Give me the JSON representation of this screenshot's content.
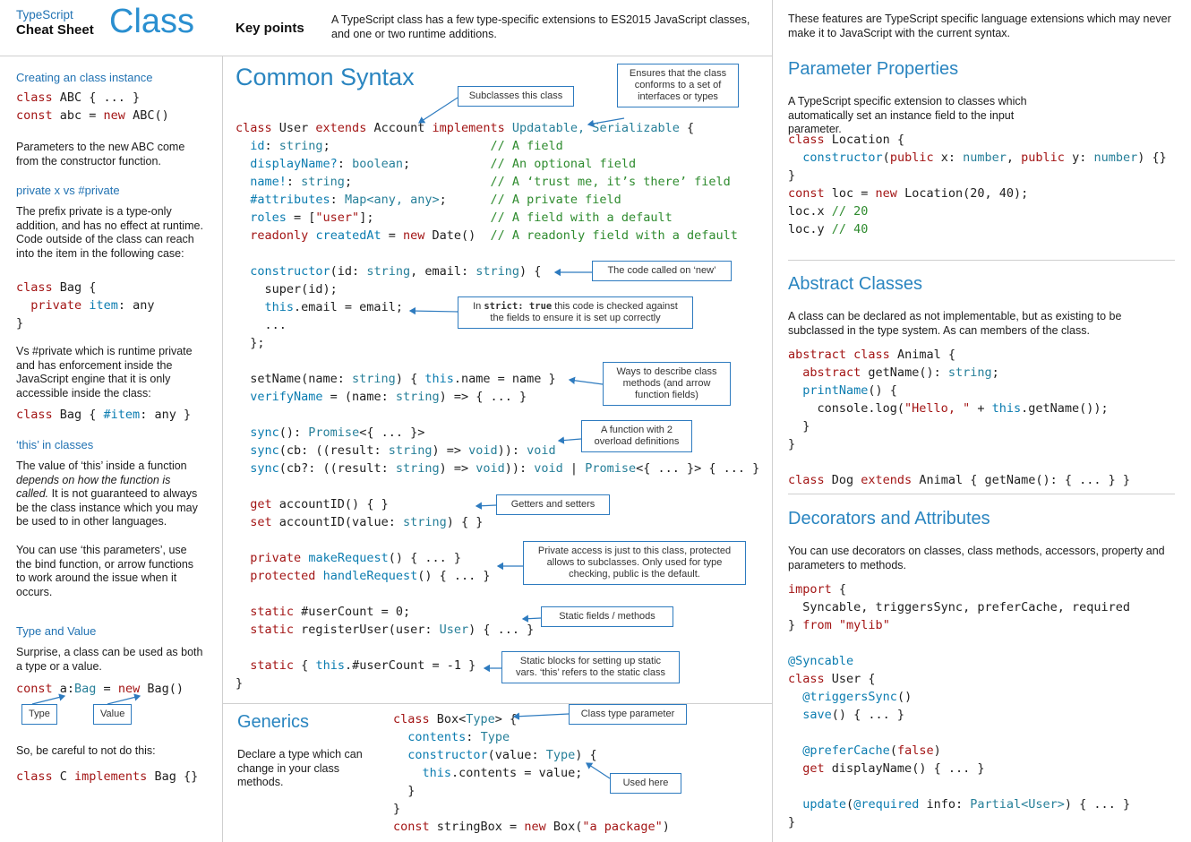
{
  "header": {
    "brand_line1": "TypeScript",
    "brand_line2": "Cheat Sheet",
    "title": "Class",
    "key_points_label": "Key points",
    "key_points_text": "A TypeScript class has a few type-specific extensions to ES2015 JavaScript classes, and one or two runtime additions."
  },
  "left": {
    "s1_title": "Creating an class instance",
    "s1_code": [
      [
        {
          "t": "class",
          "c": "kw"
        },
        {
          "t": " ABC { ... }"
        }
      ],
      [
        {
          "t": "const",
          "c": "kw"
        },
        {
          "t": " abc = "
        },
        {
          "t": "new",
          "c": "kw"
        },
        {
          "t": " ABC()"
        }
      ]
    ],
    "s1_p": "Parameters to the new ABC come from the constructor function.",
    "s2_title": "private x vs #private",
    "s2_p1": "The prefix private is a type-only addition, and has no effect at runtime. Code outside of the class can reach into the item in the following case:",
    "s2_code1": [
      [
        {
          "t": "class",
          "c": "kw"
        },
        {
          "t": " Bag {"
        }
      ],
      [
        {
          "t": "  "
        },
        {
          "t": "private",
          "c": "kw"
        },
        {
          "t": " "
        },
        {
          "t": "item",
          "c": "fld"
        },
        {
          "t": ": any"
        }
      ],
      [
        {
          "t": "}"
        }
      ]
    ],
    "s2_p2": "Vs #private which is runtime private and has enforcement inside the JavaScript engine that it is only accessible inside the class:",
    "s2_code2": [
      [
        {
          "t": "class",
          "c": "kw"
        },
        {
          "t": " Bag { "
        },
        {
          "t": "#item",
          "c": "fld"
        },
        {
          "t": ": any }"
        }
      ]
    ],
    "s3_title": "‘this’ in classes",
    "s3_p1_tokens": [
      {
        "t": "The value of ‘this’ inside a function "
      },
      {
        "t": "depends on how the function is called.",
        "c": "it"
      },
      {
        "t": " It is not guaranteed to always be the class instance which you may be used to in other languages."
      }
    ],
    "s3_p2": "You can use ‘this parameters’, use the bind function, or arrow functions to work around the issue when it occurs.",
    "s4_title": "Type and Value",
    "s4_p1": "Surprise, a class can be used as both a type or a value.",
    "s4_code": [
      [
        {
          "t": "const",
          "c": "kw"
        },
        {
          "t": " a:"
        },
        {
          "t": "Bag",
          "c": "ty"
        },
        {
          "t": " = "
        },
        {
          "t": "new",
          "c": "kw"
        },
        {
          "t": " Bag()"
        }
      ]
    ],
    "callout_type": "Type",
    "callout_value": "Value",
    "s4_p2": "So, be careful to not do this:",
    "s4_code2": [
      [
        {
          "t": "class",
          "c": "kw"
        },
        {
          "t": " C "
        },
        {
          "t": "implements",
          "c": "kw"
        },
        {
          "t": " Bag {}"
        }
      ]
    ]
  },
  "middle": {
    "title": "Common Syntax",
    "main_code": [
      [
        {
          "t": "class",
          "c": "kw"
        },
        {
          "t": " User "
        },
        {
          "t": "extends",
          "c": "kw"
        },
        {
          "t": " Account "
        },
        {
          "t": "implements",
          "c": "kw"
        },
        {
          "t": " "
        },
        {
          "t": "Updatable, Serializable",
          "c": "ty"
        },
        {
          "t": " {"
        }
      ],
      [
        {
          "t": "  "
        },
        {
          "t": "id",
          "c": "fld"
        },
        {
          "t": ": "
        },
        {
          "t": "string",
          "c": "ty"
        },
        {
          "t": ";                      "
        },
        {
          "t": "// A field",
          "c": "cm"
        }
      ],
      [
        {
          "t": "  "
        },
        {
          "t": "displayName?",
          "c": "fld"
        },
        {
          "t": ": "
        },
        {
          "t": "boolean",
          "c": "ty"
        },
        {
          "t": ";           "
        },
        {
          "t": "// An optional field",
          "c": "cm"
        }
      ],
      [
        {
          "t": "  "
        },
        {
          "t": "name!",
          "c": "fld"
        },
        {
          "t": ": "
        },
        {
          "t": "string",
          "c": "ty"
        },
        {
          "t": ";                   "
        },
        {
          "t": "// A ‘trust me, it’s there’ field",
          "c": "cm"
        }
      ],
      [
        {
          "t": "  "
        },
        {
          "t": "#attributes",
          "c": "fld"
        },
        {
          "t": ": "
        },
        {
          "t": "Map<any, any>",
          "c": "ty"
        },
        {
          "t": ";      "
        },
        {
          "t": "// A private field",
          "c": "cm"
        }
      ],
      [
        {
          "t": "  "
        },
        {
          "t": "roles",
          "c": "fld"
        },
        {
          "t": " = ["
        },
        {
          "t": "\"user\"",
          "c": "str"
        },
        {
          "t": "];                "
        },
        {
          "t": "// A field with a default",
          "c": "cm"
        }
      ],
      [
        {
          "t": "  "
        },
        {
          "t": "readonly",
          "c": "kw"
        },
        {
          "t": " "
        },
        {
          "t": "createdAt",
          "c": "fld"
        },
        {
          "t": " = "
        },
        {
          "t": "new",
          "c": "kw"
        },
        {
          "t": " Date()  "
        },
        {
          "t": "// A readonly field with a default",
          "c": "cm"
        }
      ],
      [],
      [
        {
          "t": "  "
        },
        {
          "t": "constructor",
          "c": "fld"
        },
        {
          "t": "(id: "
        },
        {
          "t": "string",
          "c": "ty"
        },
        {
          "t": ", email: "
        },
        {
          "t": "string",
          "c": "ty"
        },
        {
          "t": ") {"
        }
      ],
      [
        {
          "t": "    super(id);"
        }
      ],
      [
        {
          "t": "    "
        },
        {
          "t": "this",
          "c": "fld"
        },
        {
          "t": ".email = email;"
        }
      ],
      [
        {
          "t": "    ..."
        }
      ],
      [
        {
          "t": "  };"
        }
      ],
      [],
      [
        {
          "t": "  setName(name: "
        },
        {
          "t": "string",
          "c": "ty"
        },
        {
          "t": ") { "
        },
        {
          "t": "this",
          "c": "fld"
        },
        {
          "t": ".name = name }"
        }
      ],
      [
        {
          "t": "  "
        },
        {
          "t": "verifyName",
          "c": "fld"
        },
        {
          "t": " = (name: "
        },
        {
          "t": "string",
          "c": "ty"
        },
        {
          "t": ") => { ... }"
        }
      ],
      [],
      [
        {
          "t": "  "
        },
        {
          "t": "sync",
          "c": "fld"
        },
        {
          "t": "(): "
        },
        {
          "t": "Promise",
          "c": "ty"
        },
        {
          "t": "<{ ... }>"
        }
      ],
      [
        {
          "t": "  "
        },
        {
          "t": "sync",
          "c": "fld"
        },
        {
          "t": "(cb: ((result: "
        },
        {
          "t": "string",
          "c": "ty"
        },
        {
          "t": ") => "
        },
        {
          "t": "void",
          "c": "ty"
        },
        {
          "t": ")): "
        },
        {
          "t": "void",
          "c": "ty"
        }
      ],
      [
        {
          "t": "  "
        },
        {
          "t": "sync",
          "c": "fld"
        },
        {
          "t": "(cb?: ((result: "
        },
        {
          "t": "string",
          "c": "ty"
        },
        {
          "t": ") => "
        },
        {
          "t": "void",
          "c": "ty"
        },
        {
          "t": ")): "
        },
        {
          "t": "void",
          "c": "ty"
        },
        {
          "t": " | "
        },
        {
          "t": "Promise",
          "c": "ty"
        },
        {
          "t": "<{ ... }> { ... }"
        }
      ],
      [],
      [
        {
          "t": "  "
        },
        {
          "t": "get",
          "c": "kw"
        },
        {
          "t": " accountID() { }"
        }
      ],
      [
        {
          "t": "  "
        },
        {
          "t": "set",
          "c": "kw"
        },
        {
          "t": " accountID(value: "
        },
        {
          "t": "string",
          "c": "ty"
        },
        {
          "t": ") { }"
        }
      ],
      [],
      [
        {
          "t": "  "
        },
        {
          "t": "private",
          "c": "kw"
        },
        {
          "t": " "
        },
        {
          "t": "makeRequest",
          "c": "fld"
        },
        {
          "t": "() { ... }"
        }
      ],
      [
        {
          "t": "  "
        },
        {
          "t": "protected",
          "c": "kw"
        },
        {
          "t": " "
        },
        {
          "t": "handleRequest",
          "c": "fld"
        },
        {
          "t": "() { ... }"
        }
      ],
      [],
      [
        {
          "t": "  "
        },
        {
          "t": "static",
          "c": "kw"
        },
        {
          "t": " #userCount = 0;"
        }
      ],
      [
        {
          "t": "  "
        },
        {
          "t": "static",
          "c": "kw"
        },
        {
          "t": " registerUser(user: "
        },
        {
          "t": "User",
          "c": "ty"
        },
        {
          "t": ") { ... }"
        }
      ],
      [],
      [
        {
          "t": "  "
        },
        {
          "t": "static",
          "c": "kw"
        },
        {
          "t": " { "
        },
        {
          "t": "this",
          "c": "fld"
        },
        {
          "t": ".#userCount = -1 }"
        }
      ],
      [
        {
          "t": "}"
        }
      ]
    ],
    "callouts": {
      "subclasses": "Subclasses this class",
      "conforms": "Ensures that the class conforms to a set of interfaces or types",
      "on_new": "The code called on ‘new’",
      "strict_tokens": [
        {
          "t": "In "
        },
        {
          "t": "strict: true",
          "c": "mono"
        },
        {
          "t": " this code is checked against the fields to ensure it is set up correctly"
        }
      ],
      "methods": "Ways to describe class methods (and arrow function fields)",
      "overloads": "A function with 2 overload definitions",
      "getters": "Getters and setters",
      "access": "Private access is just to this class, protected allows to subclasses. Only used for type checking, public is the default.",
      "statics": "Static fields / methods",
      "static_block": "Static blocks for setting up static vars. ‘this’ refers to the static class",
      "class_type_param": "Class type parameter",
      "used_here": "Used here"
    },
    "generics": {
      "title": "Generics",
      "p": "Declare a type which can change in your class methods.",
      "code": [
        [
          {
            "t": "class",
            "c": "kw"
          },
          {
            "t": " Box<"
          },
          {
            "t": "Type",
            "c": "ty"
          },
          {
            "t": "> {"
          }
        ],
        [
          {
            "t": "  "
          },
          {
            "t": "contents",
            "c": "fld"
          },
          {
            "t": ": "
          },
          {
            "t": "Type",
            "c": "ty"
          }
        ],
        [
          {
            "t": "  "
          },
          {
            "t": "constructor",
            "c": "fld"
          },
          {
            "t": "(value: "
          },
          {
            "t": "Type",
            "c": "ty"
          },
          {
            "t": ") {"
          }
        ],
        [
          {
            "t": "    "
          },
          {
            "t": "this",
            "c": "fld"
          },
          {
            "t": ".contents = value;"
          }
        ],
        [
          {
            "t": "  }"
          }
        ],
        [
          {
            "t": "}"
          }
        ],
        [
          {
            "t": "const",
            "c": "kw"
          },
          {
            "t": " stringBox = "
          },
          {
            "t": "new",
            "c": "kw"
          },
          {
            "t": " Box("
          },
          {
            "t": "\"a package\"",
            "c": "str"
          },
          {
            "t": ")"
          }
        ]
      ]
    }
  },
  "right": {
    "intro": "These features are TypeScript specific language extensions which may never make it to JavaScript with the current syntax.",
    "param_props": {
      "title": "Parameter Properties",
      "p": "A TypeScript specific extension to classes which automatically set an instance field to the input parameter.",
      "code": [
        [
          {
            "t": "class",
            "c": "kw"
          },
          {
            "t": " Location {"
          }
        ],
        [
          {
            "t": "  "
          },
          {
            "t": "constructor",
            "c": "fld"
          },
          {
            "t": "("
          },
          {
            "t": "public",
            "c": "kw"
          },
          {
            "t": " x: "
          },
          {
            "t": "number",
            "c": "ty"
          },
          {
            "t": ", "
          },
          {
            "t": "public",
            "c": "kw"
          },
          {
            "t": " y: "
          },
          {
            "t": "number",
            "c": "ty"
          },
          {
            "t": ") {}"
          }
        ],
        [
          {
            "t": "}"
          }
        ],
        [
          {
            "t": "const",
            "c": "kw"
          },
          {
            "t": " loc = "
          },
          {
            "t": "new",
            "c": "kw"
          },
          {
            "t": " Location(20, 40);"
          }
        ],
        [
          {
            "t": "loc.x "
          },
          {
            "t": "// 20",
            "c": "cm"
          }
        ],
        [
          {
            "t": "loc.y "
          },
          {
            "t": "// 40",
            "c": "cm"
          }
        ]
      ]
    },
    "abstract": {
      "title": "Abstract Classes",
      "p": "A class can be declared as not implementable, but as existing to be subclassed in the type system. As can members of the class.",
      "code": [
        [
          {
            "t": "abstract",
            "c": "kw"
          },
          {
            "t": " "
          },
          {
            "t": "class",
            "c": "kw"
          },
          {
            "t": " Animal {"
          }
        ],
        [
          {
            "t": "  "
          },
          {
            "t": "abstract",
            "c": "kw"
          },
          {
            "t": " getName(): "
          },
          {
            "t": "string",
            "c": "ty"
          },
          {
            "t": ";"
          }
        ],
        [
          {
            "t": "  "
          },
          {
            "t": "printName",
            "c": "fld"
          },
          {
            "t": "() {"
          }
        ],
        [
          {
            "t": "    console.log("
          },
          {
            "t": "\"Hello, \"",
            "c": "str"
          },
          {
            "t": " + "
          },
          {
            "t": "this",
            "c": "fld"
          },
          {
            "t": ".getName());"
          }
        ],
        [
          {
            "t": "  }"
          }
        ],
        [
          {
            "t": "}"
          }
        ],
        [],
        [
          {
            "t": "class",
            "c": "kw"
          },
          {
            "t": " Dog "
          },
          {
            "t": "extends",
            "c": "kw"
          },
          {
            "t": " Animal { getName(): { ... } }"
          }
        ]
      ]
    },
    "decorators": {
      "title": "Decorators and Attributes",
      "p": "You can use decorators on classes, class methods, accessors, property and parameters to methods.",
      "code": [
        [
          {
            "t": "import",
            "c": "kw"
          },
          {
            "t": " {"
          }
        ],
        [
          {
            "t": "  Syncable, triggersSync, preferCache, required"
          }
        ],
        [
          {
            "t": "} "
          },
          {
            "t": "from",
            "c": "kw"
          },
          {
            "t": " "
          },
          {
            "t": "\"mylib\"",
            "c": "str"
          }
        ],
        [],
        [
          {
            "t": "@Syncable",
            "c": "fld"
          }
        ],
        [
          {
            "t": "class",
            "c": "kw"
          },
          {
            "t": " User {"
          }
        ],
        [
          {
            "t": "  "
          },
          {
            "t": "@triggersSync",
            "c": "fld"
          },
          {
            "t": "()"
          }
        ],
        [
          {
            "t": "  "
          },
          {
            "t": "save",
            "c": "fld"
          },
          {
            "t": "() { ... }"
          }
        ],
        [],
        [
          {
            "t": "  "
          },
          {
            "t": "@preferCache",
            "c": "fld"
          },
          {
            "t": "("
          },
          {
            "t": "false",
            "c": "kw"
          },
          {
            "t": ")"
          }
        ],
        [
          {
            "t": "  "
          },
          {
            "t": "get",
            "c": "kw"
          },
          {
            "t": " displayName() { ... }"
          }
        ],
        [],
        [
          {
            "t": "  "
          },
          {
            "t": "update",
            "c": "fld"
          },
          {
            "t": "("
          },
          {
            "t": "@required",
            "c": "fld"
          },
          {
            "t": " info: "
          },
          {
            "t": "Partial<User>",
            "c": "ty"
          },
          {
            "t": ") { ... }"
          }
        ],
        [
          {
            "t": "}"
          }
        ]
      ]
    }
  }
}
